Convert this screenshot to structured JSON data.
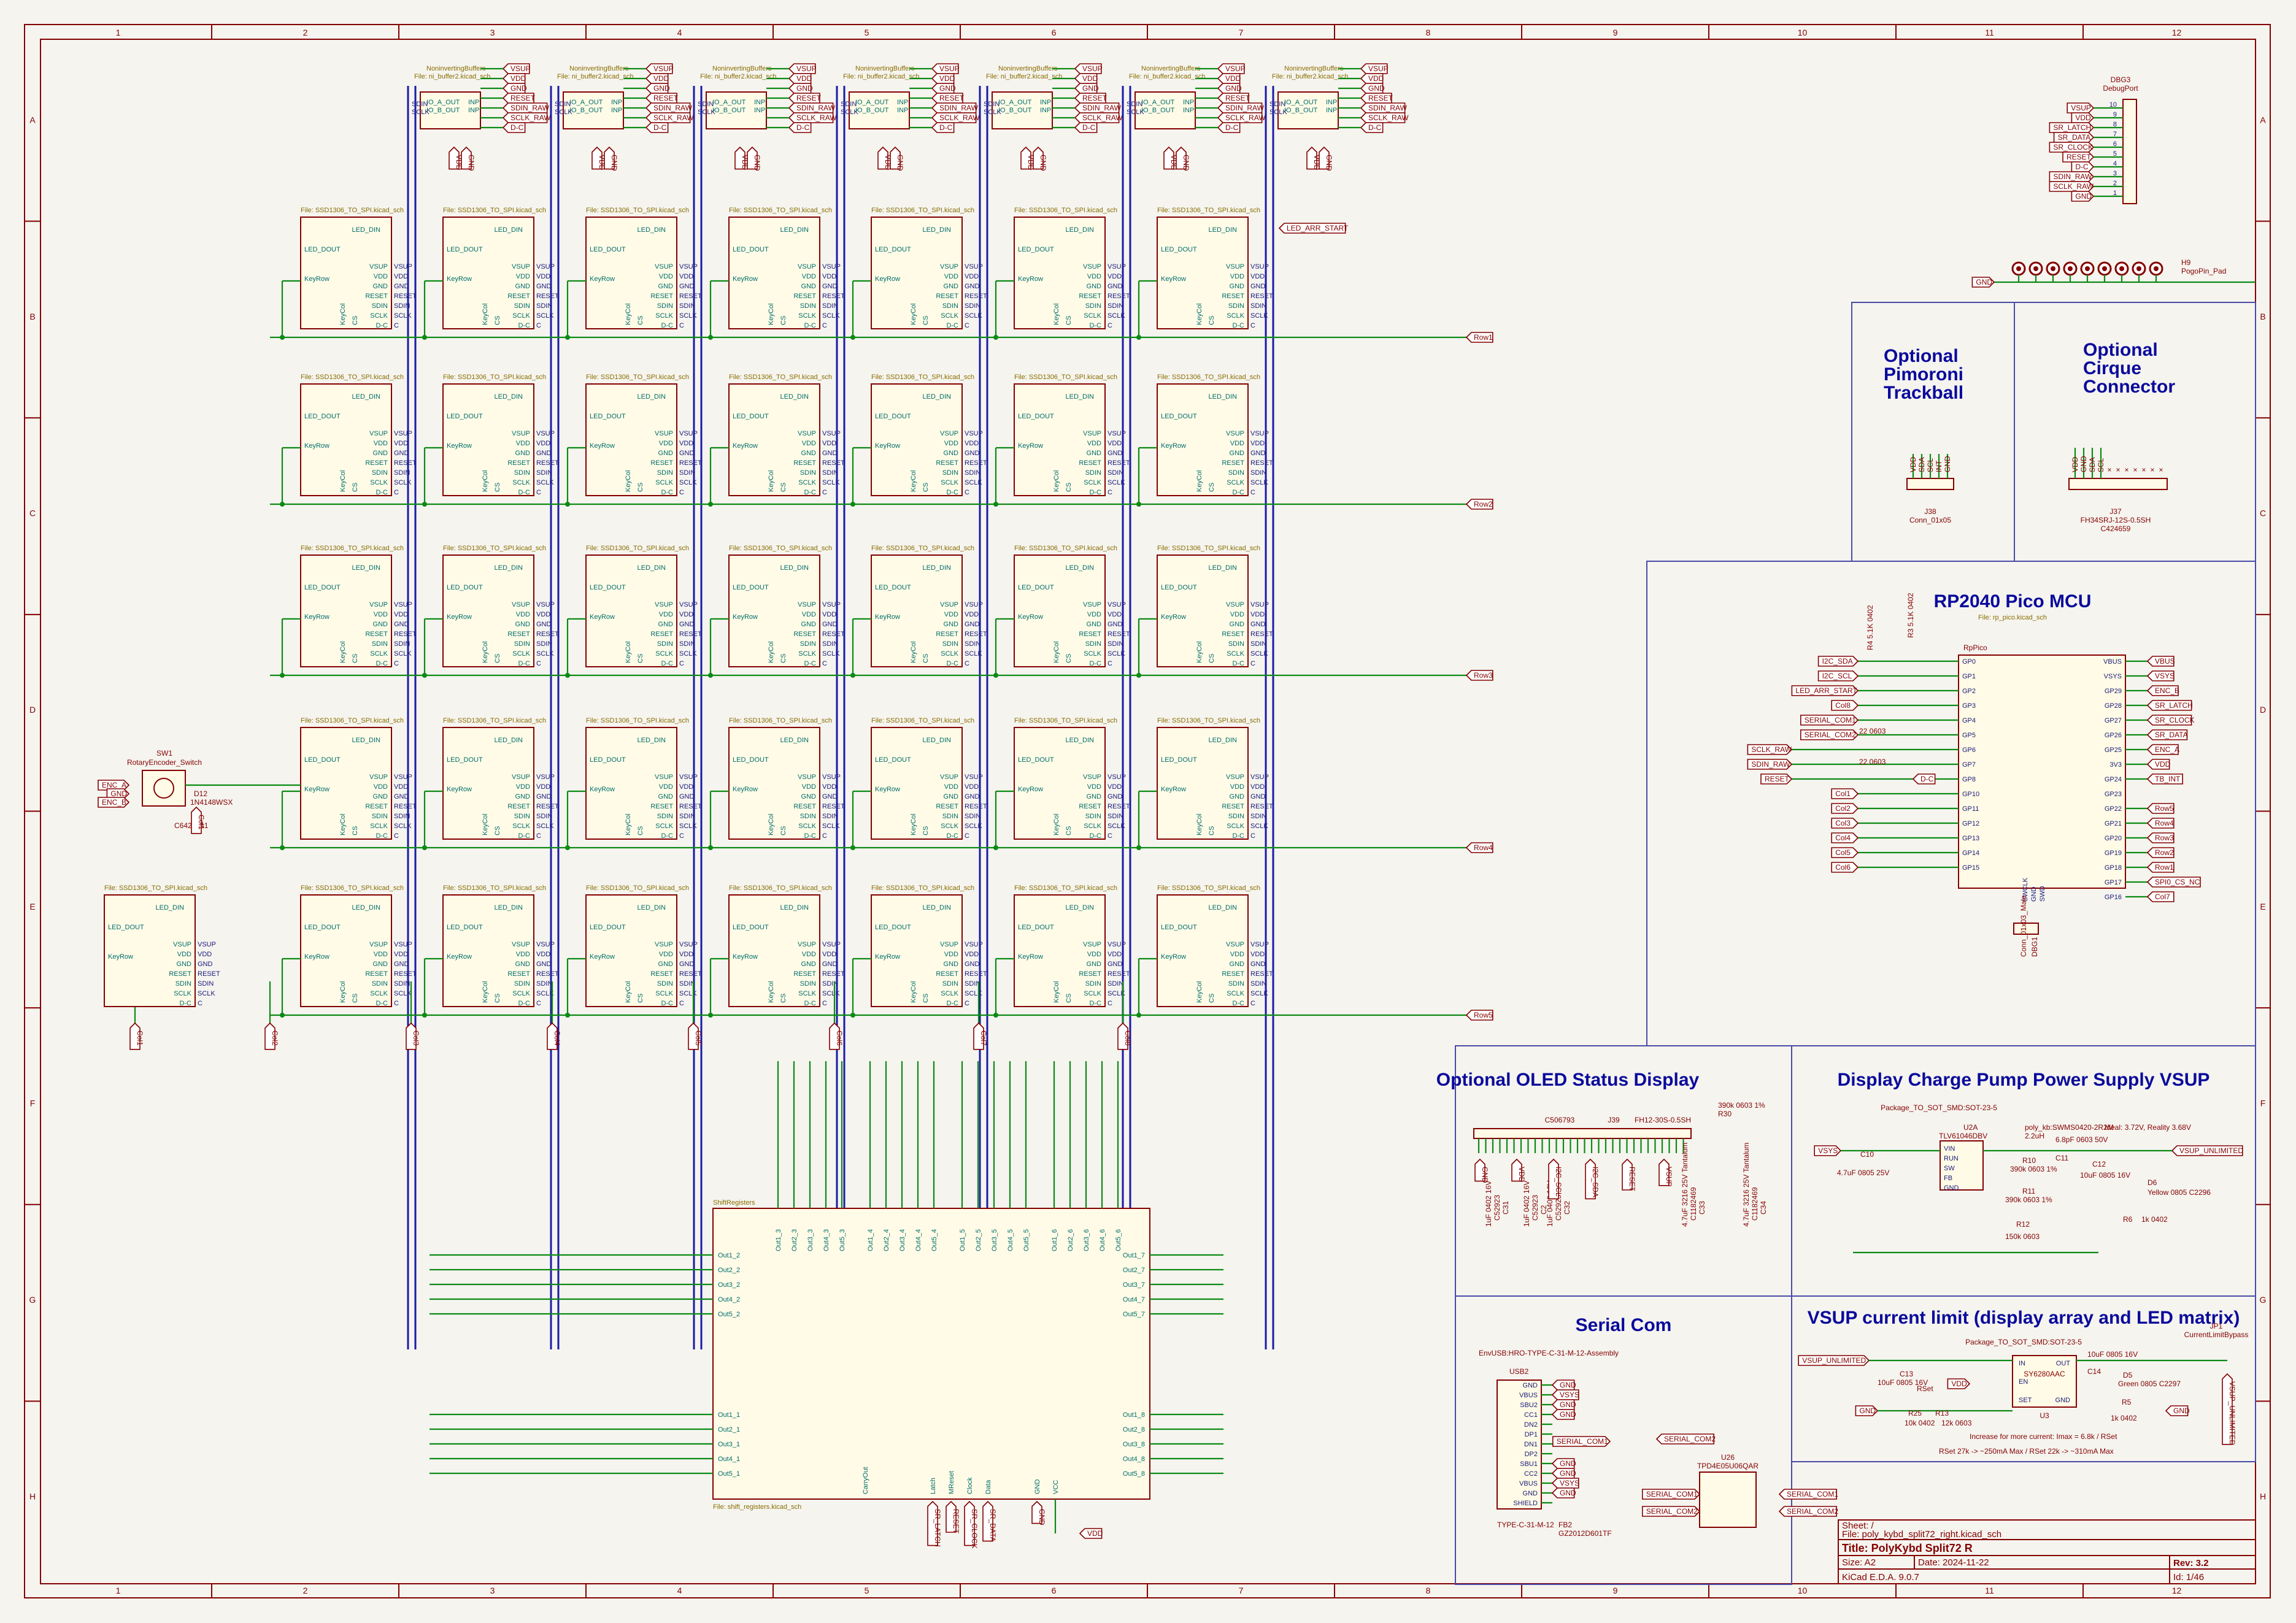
{
  "sheet": {
    "col_numbers": [
      "1",
      "2",
      "3",
      "4",
      "5",
      "6",
      "7",
      "8",
      "9",
      "10",
      "11",
      "12"
    ],
    "row_letters": [
      "A",
      "B",
      "C",
      "D",
      "E",
      "F",
      "G",
      "H"
    ]
  },
  "buffers": {
    "title": "NoninvertingBuffers",
    "file": "File: ni_buffer2.kicad_sch",
    "pins_right": [
      "VSUP",
      "VDD",
      "GND",
      "RESET",
      "SDIN_RAW",
      "SCLK_RAW",
      "D-C"
    ],
    "pins_left": [
      "SDIN",
      "SCLK"
    ],
    "io_a": "IO_A_OUT",
    "io_b": "IO_B_OUT",
    "io_a_in": "INP",
    "bottom": [
      "VDD",
      "GND"
    ],
    "count": 7
  },
  "oled_cell": {
    "file": "File: SSD1306_TO_SPI.kicad_sch",
    "led_din": "LED_DIN",
    "led_dout": "LED_DOUT",
    "keyrow": "KeyRow",
    "keycol": "KeyCol",
    "cs": "CS",
    "right_pins": [
      "VSUP",
      "VDD",
      "GND",
      "RESET",
      "SDIN",
      "SCLK",
      "D-C"
    ],
    "rail_pins": [
      "VSUP",
      "VDD",
      "GND",
      "RESET",
      "SDIN",
      "SCLK",
      "C"
    ]
  },
  "rows": [
    "Row1",
    "Row2",
    "Row3",
    "Row4",
    "Row5"
  ],
  "cols": [
    "Col1",
    "Col2",
    "Col3",
    "Col4",
    "Col5",
    "Col6",
    "Col7",
    "Col8"
  ],
  "led_arr_start": "LED_ARR_START",
  "encoder": {
    "ref": "SW1",
    "value": "RotaryEncoder_Switch",
    "diode_ref": "D12",
    "diode_val": "1N4148WSX",
    "lcsc": "C6423741",
    "nets": [
      "ENC_A",
      "GND",
      "ENC_B"
    ],
    "col": "Col1"
  },
  "debug": {
    "ref": "DBG3",
    "value": "DebugPort",
    "pins": [
      "VSUP",
      "VDD",
      "SR_LATCH",
      "SR_DATA",
      "SR_CLOCK",
      "RESET",
      "D-C",
      "SDIN_RAW",
      "SCLK_RAW",
      "GND"
    ],
    "numbers": [
      "10",
      "9",
      "8",
      "7",
      "6",
      "5",
      "4",
      "3",
      "2",
      "1"
    ]
  },
  "pads": {
    "ref": "H9",
    "value": "PogoPin_Pad",
    "net": "GND"
  },
  "trackball": {
    "title_lines": [
      "Optional",
      "Pimoroni",
      "Trackball"
    ],
    "ref": "J38",
    "value": "Conn_01x05",
    "pins": [
      "VDD",
      "SDA",
      "SCL",
      "INT",
      "GND"
    ]
  },
  "cirque": {
    "title_lines": [
      "Optional",
      "Cirque",
      "Connector"
    ],
    "ref": "J37",
    "value": "FH34SRJ-12S-0.5SH",
    "lcsc": "C424659",
    "pins": [
      "VDD",
      "GND",
      "SDA",
      "SCL"
    ]
  },
  "mcu": {
    "title": "RP2040 Pico MCU",
    "file": "File: rp_pico.kicad_sch",
    "ref": "RpPico",
    "r4": "R4 5.1K 0402",
    "r3": "R3 5.1K 0402",
    "left_pins": [
      "GP0",
      "GP1",
      "GP2",
      "GP3",
      "GP4",
      "GP5",
      "GP6",
      "GP7",
      "GP8",
      "GP10",
      "GP11",
      "GP12",
      "GP13",
      "GP14",
      "GP15"
    ],
    "left_nets": [
      "I2C_SDA",
      "I2C_SCL",
      "LED_ARR_START",
      "Col8",
      "SERIAL_COM1",
      "SERIAL_COM2",
      "SCLK_RAW",
      "SDIN_RAW",
      "RESET",
      "Col1",
      "Col2",
      "Col3",
      "Col4",
      "Col5",
      "Col6"
    ],
    "right_pins": [
      "VBUS",
      "VSYS",
      "GP29",
      "GP28",
      "GP27",
      "GP26",
      "GP25",
      "3V3",
      "GP24",
      "GP23",
      "GP22",
      "GP21",
      "GP20",
      "GP19",
      "GP18",
      "GP17",
      "GP16"
    ],
    "right_nets": [
      "VBUS",
      "VSYS",
      "ENC_B",
      "SR_LATCH",
      "SR_CLOCK",
      "SR_DATA",
      "ENC_A",
      "VDD",
      "TB_INT",
      "",
      "Row5",
      "Row4",
      "Row3",
      "Row2",
      "Row1",
      "SPI0_CS_NC",
      "Col7"
    ],
    "res_label": "22 0603",
    "dc_net": "D-C",
    "bottom_pins": [
      "SWCLK",
      "GND",
      "SWD"
    ],
    "swd_ref": "Conn_01x03_Male",
    "swd_name": "DBG1"
  },
  "oled_status": {
    "title": "Optional OLED Status Display",
    "lcsc": "C506793",
    "ref": "J39",
    "value": "FH12-30S-0.5SH",
    "r30": "390k 0603 1%",
    "r30_ref": "R30",
    "caps": [
      "1uF 0402 16V",
      "1uF 0402 16V",
      "1uF 0402 16V",
      "4.7uF 3216 25V Tantalum",
      "4.7uF 3216 25V Tantalum"
    ],
    "lcsc_caps": [
      "C52923",
      "C52923",
      "C52923",
      "C1182469",
      "C1182469"
    ],
    "c_refs": [
      "C31",
      "C2",
      "C32",
      "C33",
      "C34"
    ],
    "nets": [
      "GND",
      "VDD",
      "I2C_SCL",
      "I2C_SDA",
      "RESET",
      "VSUP"
    ]
  },
  "charge_pump": {
    "title": "Display Charge Pump Power Supply VSUP",
    "package": "Package_TO_SOT_SMD:SOT-23-5",
    "u_ref": "U2A",
    "u_val": "TLV61046DBV",
    "l_val": "poly_kb:SWMS0420-2R2M",
    "l_val2": "2.2uH",
    "ideal": "Ideal: 3.72V, Reality 3.68V",
    "c10": "4.7uF 0805 25V",
    "c10_ref": "C10",
    "c12": "10uF 0805 16V",
    "c12_ref": "C12",
    "c11": "6.8pF 0603 50V",
    "c11_ref": "C11",
    "r10": "390k 0603 1%",
    "r10_ref": "R10",
    "r11": "390k 0603 1%",
    "r11_ref": "R11",
    "r12": "150k 0603",
    "r12_ref": "R12",
    "r6": "1k 0402",
    "r6_ref": "R6",
    "d6": "Yellow 0805 C2296",
    "d6_ref": "D6",
    "pins": [
      "VIN",
      "RUN",
      "SW",
      "FB",
      "GND"
    ],
    "vsys": "VSYS",
    "out": "VSUP_UNLIMITED"
  },
  "serial": {
    "title": "Serial Com",
    "part": "EnvUSB:HRO-TYPE-C-31-M-12-Assembly",
    "ref": "USB2",
    "pins": [
      "GND",
      "VBUS",
      "SBU2",
      "CC1",
      "DN2",
      "DP1",
      "DN1",
      "DP2",
      "SBU1",
      "CC2",
      "VBUS",
      "GND",
      "SHIELD"
    ],
    "nets": [
      "GND",
      "VSYS",
      "GND",
      "GND",
      "GND",
      "GND",
      "VSYS",
      "GND"
    ],
    "com1": "SERIAL_COM1",
    "com2": "SERIAL_COM2",
    "u26": "U26",
    "u26_val": "TPD4E05U06QAR",
    "type_c": "TYPE-C-31-M-12",
    "fb": "FB2",
    "fb_val": "GZ2012D601TF"
  },
  "current_limit": {
    "title": "VSUP current limit (display array and LED matrix)",
    "package": "Package_TO_SOT_SMD:SOT-23-5",
    "u_ref": "U3",
    "u_val": "SY6280AAC",
    "c13": "10uF 0805 16V",
    "c13_ref": "C13",
    "c14": "10uF 0805 16V",
    "c14_ref": "C14",
    "r25": "10k 0402",
    "r25_ref": "R25",
    "r13": "12k 0603",
    "r13_ref": "R13",
    "r5": "1k 0402",
    "r5_ref": "R5",
    "d5": "Green 0805 C2297",
    "d5_ref": "D5",
    "jp": "JP1",
    "jp_val": "CurrentLimitBypass",
    "pins": [
      "IN",
      "EN",
      "SET",
      "OUT",
      "GND"
    ],
    "note1": "Increase for more current: Imax = 6.8k / RSet",
    "note2": "RSet 27k -> ~250mA Max / RSet 22k -> ~310mA Max",
    "rset": "RSet",
    "vin": "VSUP_UNLIMITED",
    "vdd": "VDD",
    "gnd": "GND"
  },
  "shift": {
    "file": "File: shift_registers.kicad_sch",
    "name": "ShiftRegisters",
    "left_pins": [
      "Out1_2",
      "Out2_2",
      "Out3_2",
      "Out4_2",
      "Out5_2",
      "Out1_1",
      "Out2_1",
      "Out3_1",
      "Out4_1",
      "Out5_1"
    ],
    "right_pins": [
      "Out1_7",
      "Out2_7",
      "Out3_7",
      "Out4_7",
      "Out5_7",
      "Out1_8",
      "Out2_8",
      "Out3_8",
      "Out4_8",
      "Out5_8"
    ],
    "top_pins": [
      "Out1_3",
      "Out2_3",
      "Out3_3",
      "Out4_3",
      "Out5_3",
      "Out1_4",
      "Out2_4",
      "Out3_4",
      "Out4_4",
      "Out5_4",
      "Out1_5",
      "Out2_5",
      "Out3_5",
      "Out4_5",
      "Out5_5",
      "Out1_6",
      "Out2_6",
      "Out3_6",
      "Out4_6",
      "Out5_6"
    ],
    "bottom_pins": [
      "CarryOut",
      "Latch",
      "MReset",
      "Clock",
      "Data",
      "GND",
      "VCC"
    ],
    "bottom_nets": [
      "SR_LATCH",
      "RESET",
      "SR_CLOCK",
      "SR_DATA",
      "GND",
      "VDD"
    ]
  },
  "title_block": {
    "sheet": "Sheet: /",
    "file": "File: poly_kybd_split72_right.kicad_sch",
    "title": "Title: PolyKybd Split72 R",
    "size": "Size: A2",
    "date": "Date: 2024-11-22",
    "kicad": "KiCad E.D.A. 9.0.7",
    "rev": "Rev: 3.2",
    "id": "Id: 1/46"
  }
}
